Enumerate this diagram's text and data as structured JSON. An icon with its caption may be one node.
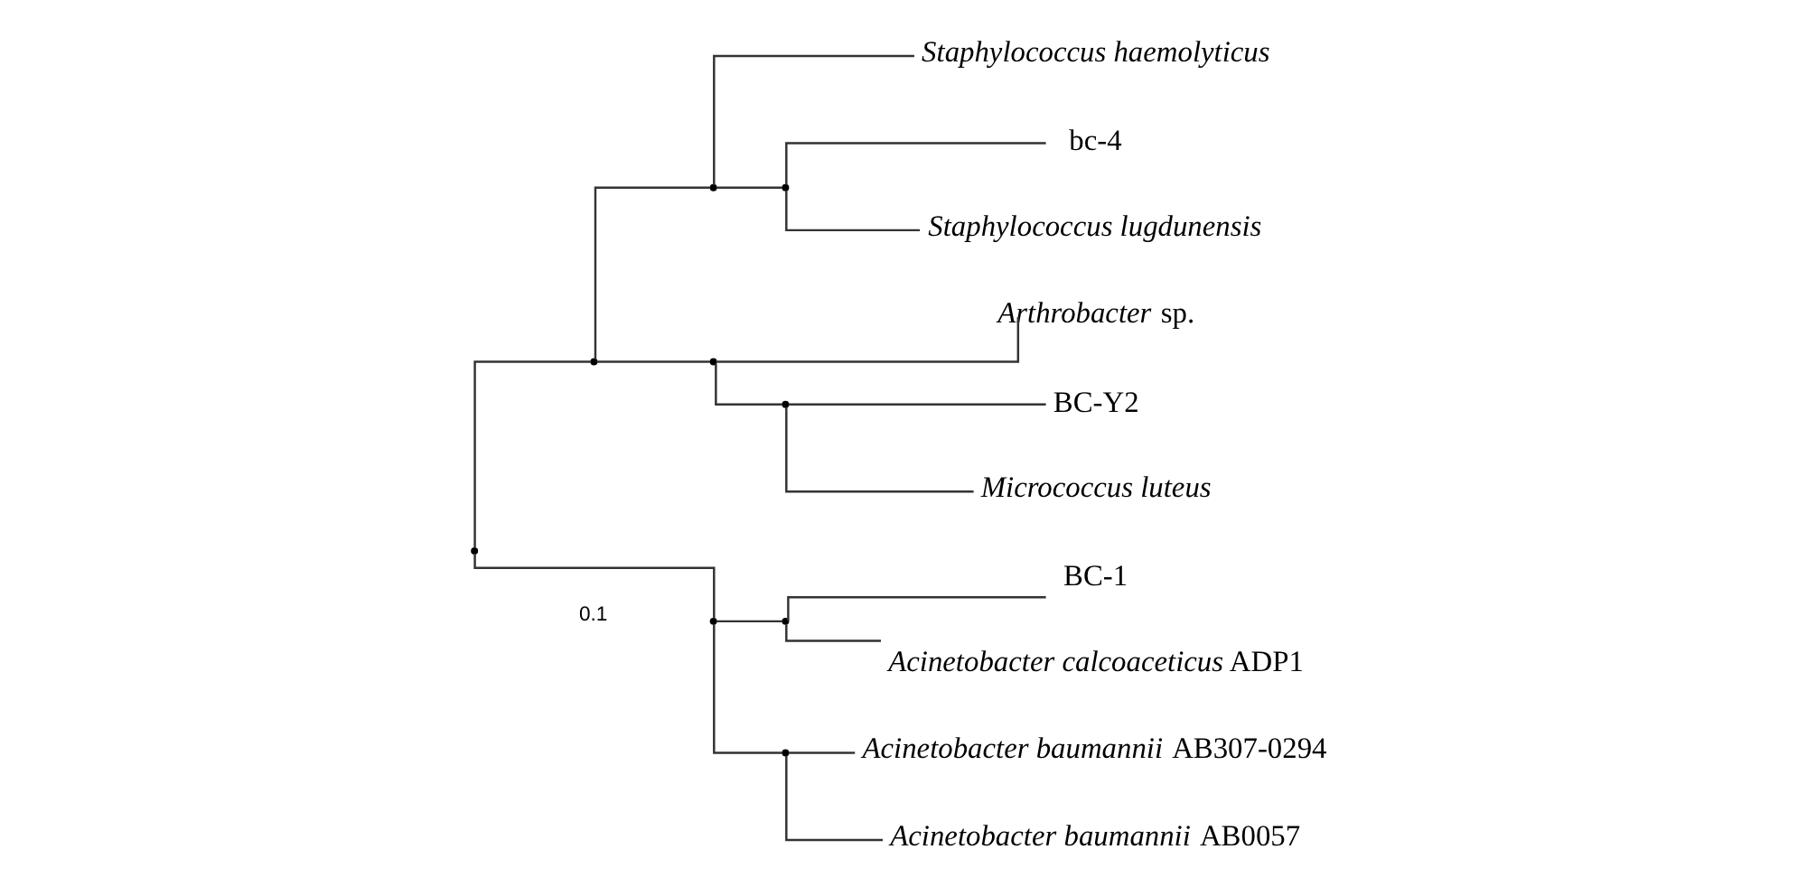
{
  "diagram": {
    "nodes": [
      {
        "text": [],
        "shape": "point"
      },
      {
        "text": [],
        "shape": "point"
      },
      {
        "text": [],
        "shape": "point"
      },
      {
        "text": [
          "Staphylococcus haemolyticus"
        ]
      },
      {
        "text": [],
        "shape": "point"
      },
      {
        "text": [
          "bc-4"
        ]
      },
      {
        "text": [
          "Staphylococcus lugdunensis"
        ]
      },
      {
        "text": [],
        "shape": "point"
      },
      {
        "text": [
          "*Arthrobacter* sp."
        ]
      },
      {
        "text": [],
        "shape": "point"
      },
      {
        "text": [
          "BC-Y2"
        ]
      },
      {
        "text": [
          "Micrococcus luteus"
        ]
      },
      {
        "text": [],
        "shape": "point"
      },
      {
        "text": [],
        "shape": "point"
      },
      {
        "text": [
          "BC-1"
        ]
      },
      {
        "text": [
          "*Acinetobacter calcoaceticus* ADP1"
        ]
      },
      {
        "text": [],
        "shape": "point"
      },
      {
        "text": [
          "*Acinetobacter baumannii* AB307-0294"
        ]
      },
      {
        "text": [
          "*Acinetobacter baumannii* AB0057"
        ]
      }
    ],
    "edges": [
      {
        "from": 0,
        "to": 1,
        "arrow": "none"
      },
      {
        "from": 0,
        "to": 12,
        "arrow": "none"
      },
      {
        "from": 1,
        "to": 2,
        "arrow": "none"
      },
      {
        "from": 1,
        "to": 7,
        "arrow": "none"
      },
      {
        "from": 2,
        "to": 3,
        "arrow": "none"
      },
      {
        "from": 2,
        "to": 4,
        "arrow": "none"
      },
      {
        "from": 4,
        "to": 5,
        "arrow": "none"
      },
      {
        "from": 4,
        "to": 6,
        "arrow": "none"
      },
      {
        "from": 7,
        "to": 8,
        "arrow": "none"
      },
      {
        "from": 7,
        "to": 9,
        "arrow": "none"
      },
      {
        "from": 9,
        "to": 10,
        "arrow": "none"
      },
      {
        "from": 9,
        "to": 11,
        "arrow": "none"
      },
      {
        "from": 12,
        "to": 13,
        "arrow": "none"
      },
      {
        "from": 12,
        "to": 16,
        "arrow": "none"
      },
      {
        "from": 13,
        "to": 14,
        "arrow": "none"
      },
      {
        "from": 13,
        "to": 15,
        "arrow": "none"
      },
      {
        "from": 16,
        "to": 17,
        "arrow": "none"
      },
      {
        "from": 16,
        "to": 18,
        "arrow": "none"
      }
    ],
    "labels": [
      "0.1"
    ]
  }
}
